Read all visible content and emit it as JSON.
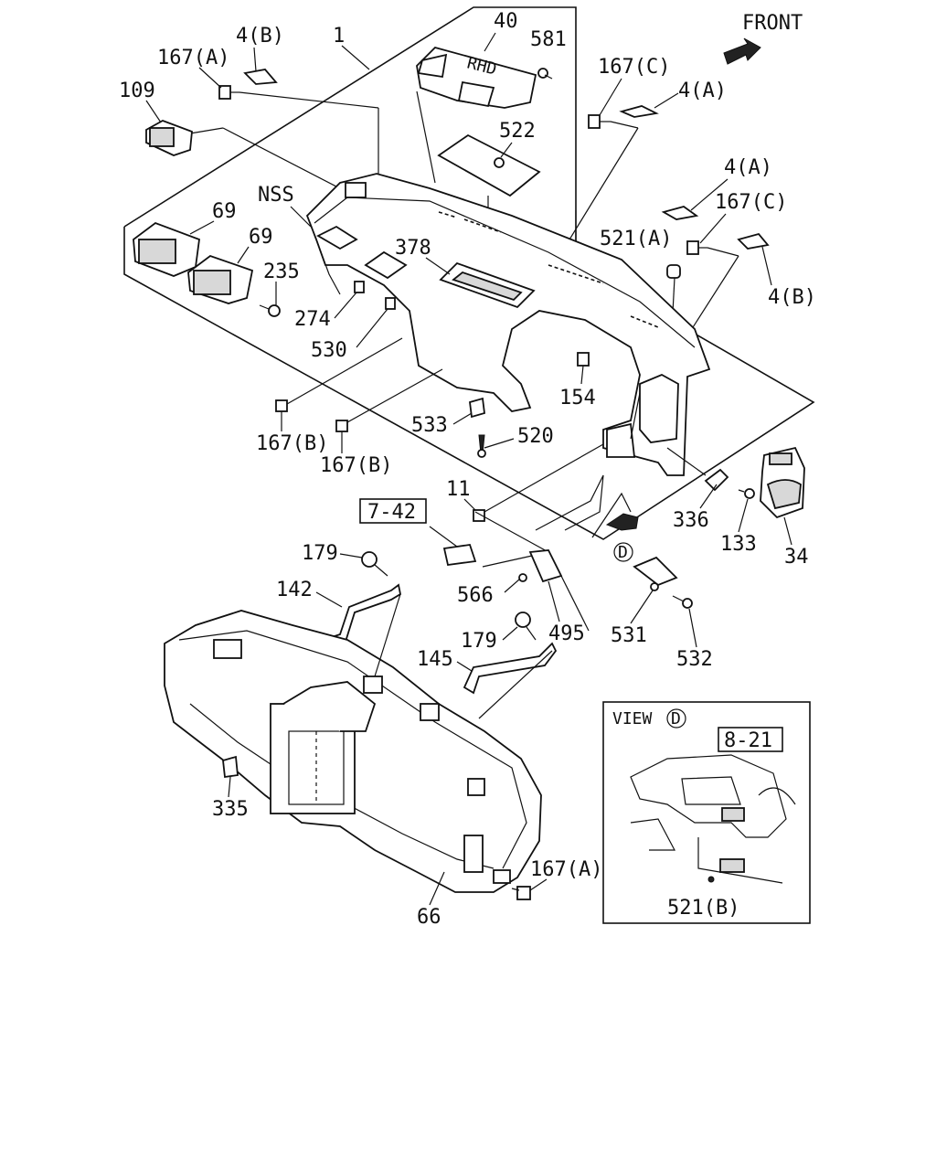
{
  "front_label": "FRONT",
  "view_box": {
    "title": "VIEW",
    "mark": "D",
    "ref": "8-21",
    "part": "521(B)"
  },
  "ref_box_7_42": "7-42",
  "circled_d": "D",
  "labels": {
    "p1": "1",
    "p40": "40",
    "p581": "581",
    "p522": "522",
    "p167a_top": "167(A)",
    "p4b_top": "4(B)",
    "p109": "109",
    "p167c_1": "167(C)",
    "p4a_1": "4(A)",
    "p4a_2": "4(A)",
    "p167c_2": "167(C)",
    "p521a": "521(A)",
    "p4b_right": "4(B)",
    "nss": "NSS",
    "p69_1": "69",
    "p69_2": "69",
    "p235": "235",
    "p378": "378",
    "p274": "274",
    "p530": "530",
    "p154": "154",
    "p533": "533",
    "p520": "520",
    "p167b_1": "167(B)",
    "p167b_2": "167(B)",
    "p11": "11",
    "p336": "336",
    "p133": "133",
    "p34": "34",
    "p179_1": "179",
    "p142": "142",
    "p566": "566",
    "p179_2": "179",
    "p495": "495",
    "p531": "531",
    "p532": "532",
    "p145": "145",
    "p335": "335",
    "p167a_bot": "167(A)",
    "p66": "66"
  }
}
